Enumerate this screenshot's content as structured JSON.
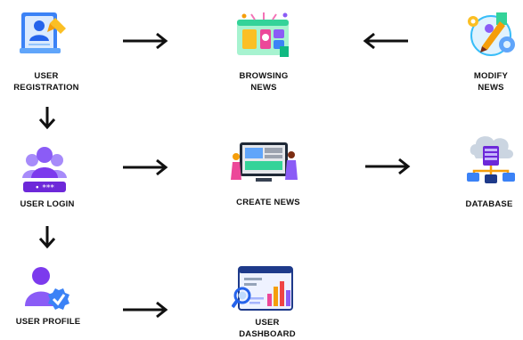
{
  "nodes": {
    "user_registration": {
      "label": "USER\nREGISTRATION",
      "icon": "id-card-form-icon"
    },
    "browsing_news": {
      "label": "BROWSING\nNEWS",
      "icon": "news-browser-icon"
    },
    "modify_news": {
      "label": "MODIFY\nNEWS",
      "icon": "edit-pencil-gear-icon"
    },
    "user_login": {
      "label": "USER LOGIN",
      "icon": "users-password-icon"
    },
    "create_news": {
      "label": "CREATE NEWS",
      "icon": "content-creation-icon"
    },
    "database": {
      "label": "DATABASE",
      "icon": "cloud-database-icon"
    },
    "user_profile": {
      "label": "USER PROFILE",
      "icon": "verified-user-icon"
    },
    "user_dashboard": {
      "label": "USER\nDASHBOARD",
      "icon": "analytics-dashboard-icon"
    }
  },
  "colors": {
    "arrow": "#111111",
    "purple": "#8b5cf6",
    "blue": "#2f80ed",
    "orange": "#f59e0b",
    "teal": "#22c1c3"
  }
}
